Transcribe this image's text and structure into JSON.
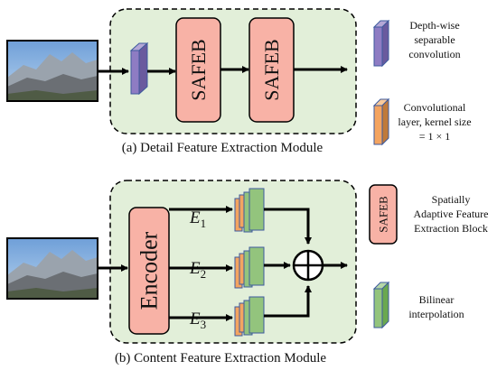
{
  "top_module": {
    "block1_label": "SAFEB",
    "block2_label": "SAFEB",
    "caption": "(a) Detail Feature Extraction Module"
  },
  "bottom_module": {
    "encoder_label": "Encoder",
    "features": [
      {
        "base": "E",
        "sub": "1"
      },
      {
        "base": "E",
        "sub": "2"
      },
      {
        "base": "E",
        "sub": "3"
      }
    ],
    "caption": "(b) Content Feature Extraction Module"
  },
  "legend": {
    "depthwise": [
      "Depth-wise",
      "separable",
      "convolution"
    ],
    "conv": [
      "Convolutional",
      "layer, kernel size",
      "= 1 × 1"
    ],
    "safeb_icon_label": "SAFEB",
    "safeb": [
      "Spatially",
      "Adaptive Feature",
      "Extraction Block"
    ],
    "bilinear": [
      "Bilinear",
      "interpolation"
    ]
  },
  "colors": {
    "module_fill": "#e2efd9",
    "safeb_fill": "#f8b2a6",
    "depthwise": "#8e7cc3",
    "conv": "#f4a460",
    "bilinear": "#93c47d",
    "outline_blue": "#3d5a9e"
  }
}
